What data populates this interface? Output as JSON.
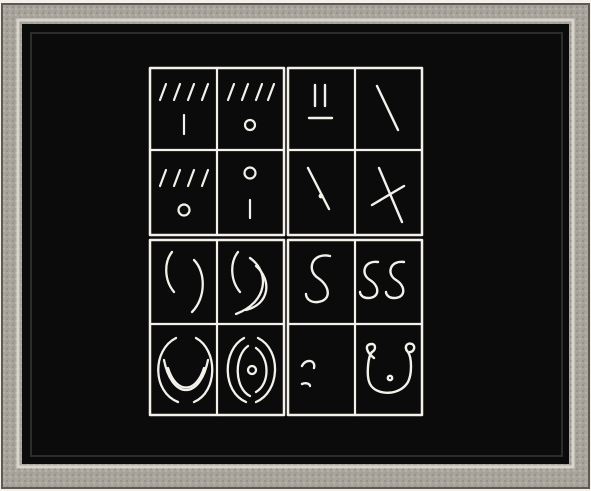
{
  "image": {
    "subject": "chalkboard-drawing-exercises",
    "colors": {
      "frame": "#a9a59c",
      "frame_dark": "#6f6b63",
      "board": "#0b0b0b",
      "chalk": "#f3f1ea"
    },
    "grid": {
      "groups": [
        {
          "id": "strokes-and-circles",
          "panels": [
            "strokes-with-vertical",
            "strokes-with-circle",
            "strokes-with-circle-below",
            "circle-above-vertical"
          ]
        },
        {
          "id": "lines-and-crosses",
          "panels": [
            "double-vertical-with-underline",
            "diagonal-line",
            "diagonal-with-dot",
            "crossed-lines"
          ]
        },
        {
          "id": "curves-and-arcs",
          "panels": [
            "small-paired-arcs",
            "large-paired-arcs",
            "wide-paired-arcs",
            "nested-arcs-with-dot"
          ]
        },
        {
          "id": "hooks-and-loops",
          "panels": [
            "single-s-curve",
            "double-s-curve",
            "small-hook",
            "u-loop-with-hooks"
          ]
        }
      ]
    }
  }
}
